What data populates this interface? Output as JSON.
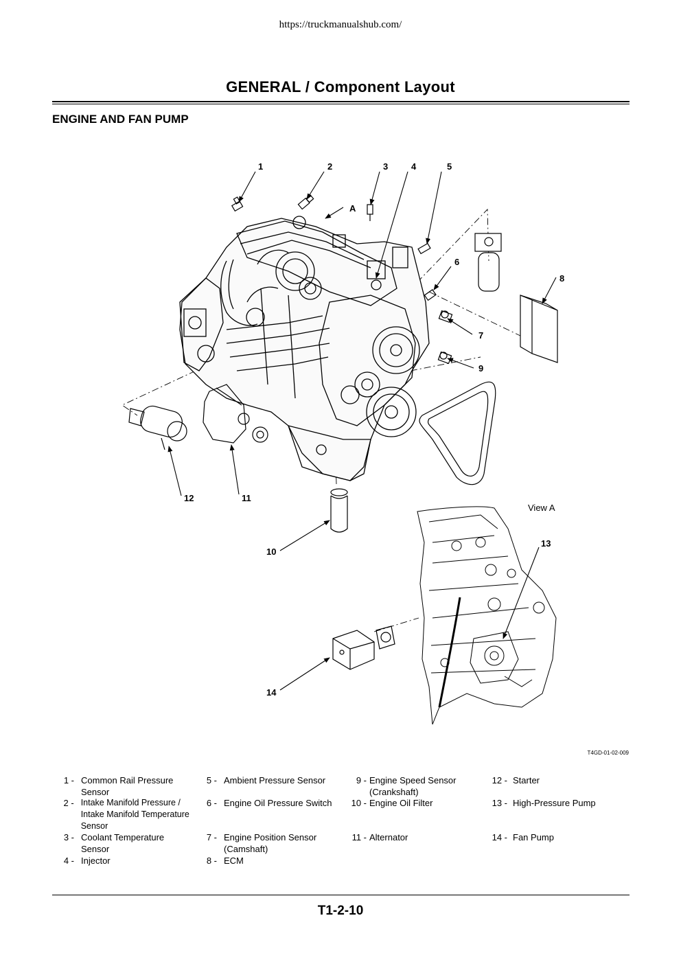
{
  "header": {
    "url": "https://truckmanualshub.com/"
  },
  "title": "GENERAL / Component Layout",
  "section_title": "ENGINE AND FAN PUMP",
  "figure": {
    "callouts": [
      "1",
      "2",
      "3",
      "4",
      "5",
      "6",
      "7",
      "8",
      "9",
      "10",
      "11",
      "12",
      "13",
      "14",
      "A"
    ],
    "view_label": "View A",
    "figure_id": "T4GD-01-02-009"
  },
  "legend": [
    {
      "num": "1 -",
      "label": "Common Rail Pressure Sensor"
    },
    {
      "num": "2 -",
      "label": "Intake Manifold Pressure / Intake Manifold Temperature Sensor"
    },
    {
      "num": "3 -",
      "label": "Coolant Temperature Sensor"
    },
    {
      "num": "4 -",
      "label": "Injector"
    },
    {
      "num": "5 -",
      "label": "Ambient Pressure Sensor"
    },
    {
      "num": "6 -",
      "label": "Engine Oil Pressure Switch"
    },
    {
      "num": "7 -",
      "label": "Engine Position Sensor (Camshaft)"
    },
    {
      "num": "8 -",
      "label": "ECM"
    },
    {
      "num": "9 -",
      "label": "Engine Speed Sensor (Crankshaft)"
    },
    {
      "num": "10 -",
      "label": "Engine Oil Filter"
    },
    {
      "num": "11 -",
      "label": "Alternator"
    },
    {
      "num": "12 -",
      "label": "Starter"
    },
    {
      "num": "13 -",
      "label": "High-Pressure Pump"
    },
    {
      "num": "14 -",
      "label": "Fan Pump"
    }
  ],
  "footer": {
    "page_number": "T1-2-10"
  }
}
